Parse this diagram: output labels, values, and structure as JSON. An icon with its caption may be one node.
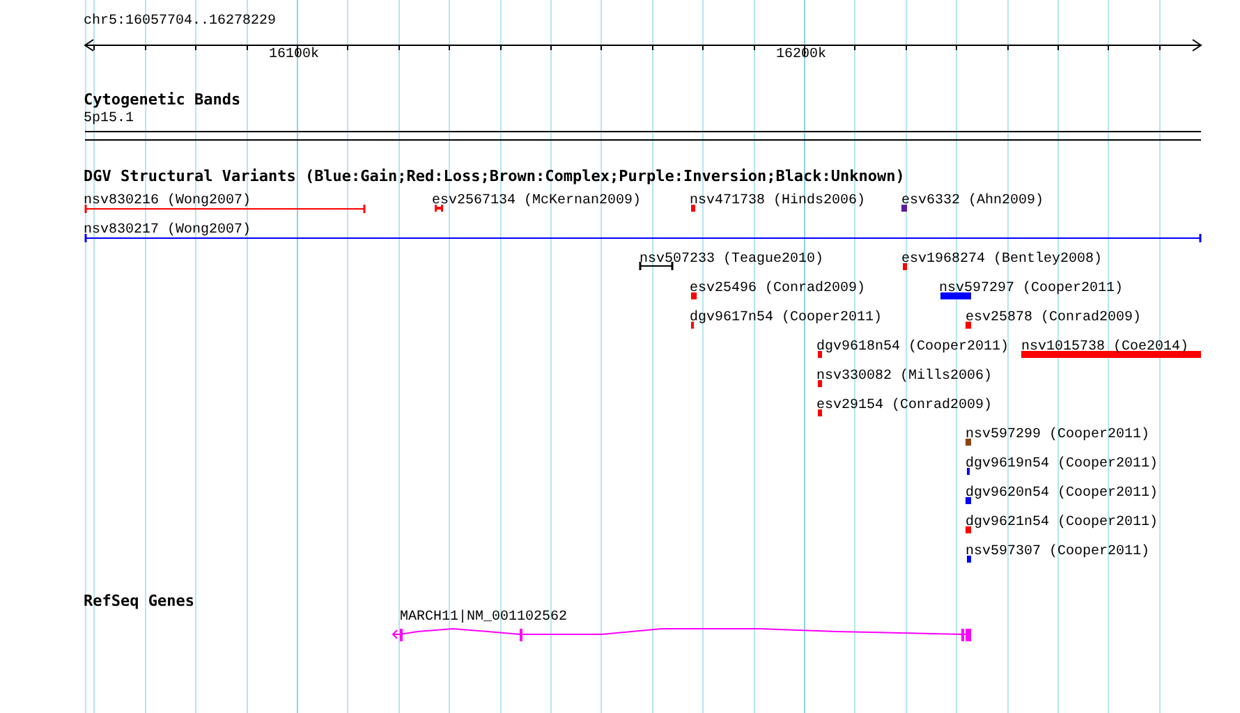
{
  "diagram": {
    "nodes": [
      {
        "text": [],
        "shape": "bar",
        "beside": [
          "nsv830216 (Wong2007)"
        ]
      },
      {
        "text": [],
        "shape": "bar",
        "beside": [
          "esv2567134 (McKernan2009)"
        ]
      },
      {
        "text": [],
        "shape": "bar",
        "beside": [
          "nsv471738 (Hinds2006)"
        ]
      },
      {
        "text": [],
        "shape": "bar",
        "beside": [
          "esv6332 (Ahn2009)"
        ]
      },
      {
        "text": [],
        "shape": "bar",
        "beside": [
          "nsv830217 (Wong2007)"
        ]
      },
      {
        "text": [],
        "shape": "bar",
        "beside": [
          "nsv507233 (Teague2010)"
        ]
      },
      {
        "text": [],
        "shape": "bar",
        "beside": [
          "esv1968274 (Bentley2008)"
        ]
      },
      {
        "text": [],
        "shape": "bar",
        "beside": [
          "esv25496 (Conrad2009)"
        ]
      },
      {
        "text": [],
        "shape": "bar",
        "beside": [
          "nsv597297 (Cooper2011)"
        ]
      },
      {
        "text": [],
        "shape": "bar",
        "beside": [
          "dgv9617n54 (Cooper2011)"
        ]
      },
      {
        "text": [],
        "shape": "bar",
        "beside": [
          "esv25878 (Conrad2009)"
        ]
      },
      {
        "text": [],
        "shape": "bar",
        "beside": [
          "dgv9618n54 (Cooper2011)"
        ]
      },
      {
        "text": [],
        "shape": "bar",
        "beside": [
          "nsv1015738 (Coe2014)"
        ]
      },
      {
        "text": [],
        "shape": "bar",
        "beside": [
          "nsv330082 (Mills2006)"
        ]
      },
      {
        "text": [],
        "shape": "bar",
        "beside": [
          "esv29154 (Conrad2009)"
        ]
      },
      {
        "text": [],
        "shape": "bar",
        "beside": [
          "nsv597299 (Cooper2011)"
        ]
      },
      {
        "text": [],
        "shape": "bar",
        "beside": [
          "dgv9619n54 (Cooper2011)"
        ]
      },
      {
        "text": [],
        "shape": "bar",
        "beside": [
          "dgv9620n54 (Cooper2011)"
        ]
      },
      {
        "text": [],
        "shape": "bar",
        "beside": [
          "dgv9621n54 (Cooper2011)"
        ]
      },
      {
        "text": [],
        "shape": "bar",
        "beside": [
          "nsv597307 (Cooper2011)"
        ]
      },
      {
        "text": [],
        "shape": "bar",
        "beside": [
          "MARCH11|NM_001102562"
        ]
      }
    ],
    "labels": [
      "chr5:16057704..16278229",
      "16100k",
      "16200k",
      "Cytogenetic Bands",
      "5p15.1",
      "DGV Structural Variants (Blue:Gain;Red:Loss;Brown:Complex;Purple:Inversion;Black:Unknown)",
      "RefSeq Genes"
    ]
  }
}
